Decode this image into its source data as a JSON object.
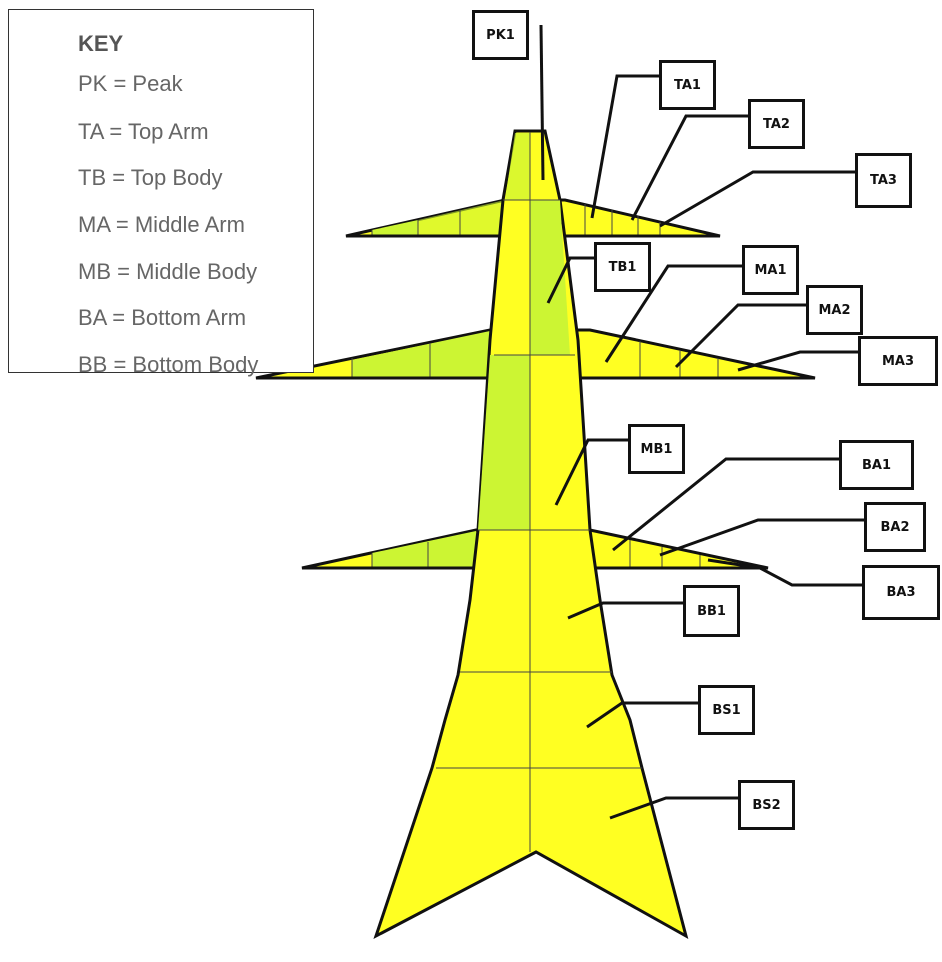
{
  "key": {
    "title": "KEY",
    "items": [
      "PK = Peak",
      "TA = Top Arm",
      "TB = Top Body",
      "MA = Middle Arm",
      "MB = Middle Body",
      "BA = Bottom Arm",
      "BB = Bottom Body"
    ]
  },
  "labels": {
    "pk1": "PK1",
    "ta1": "TA1",
    "ta2": "TA2",
    "ta3": "TA3",
    "tb1": "TB1",
    "ma1": "MA1",
    "ma2": "MA2",
    "ma3": "MA3",
    "mb1": "MB1",
    "ba1": "BA1",
    "ba2": "BA2",
    "ba3": "BA3",
    "bb1": "BB1",
    "bs1": "BS1",
    "bs2": "BS2"
  },
  "colors": {
    "yellow": "#ffff22",
    "green": "#ccf533",
    "outline": "#111111"
  }
}
